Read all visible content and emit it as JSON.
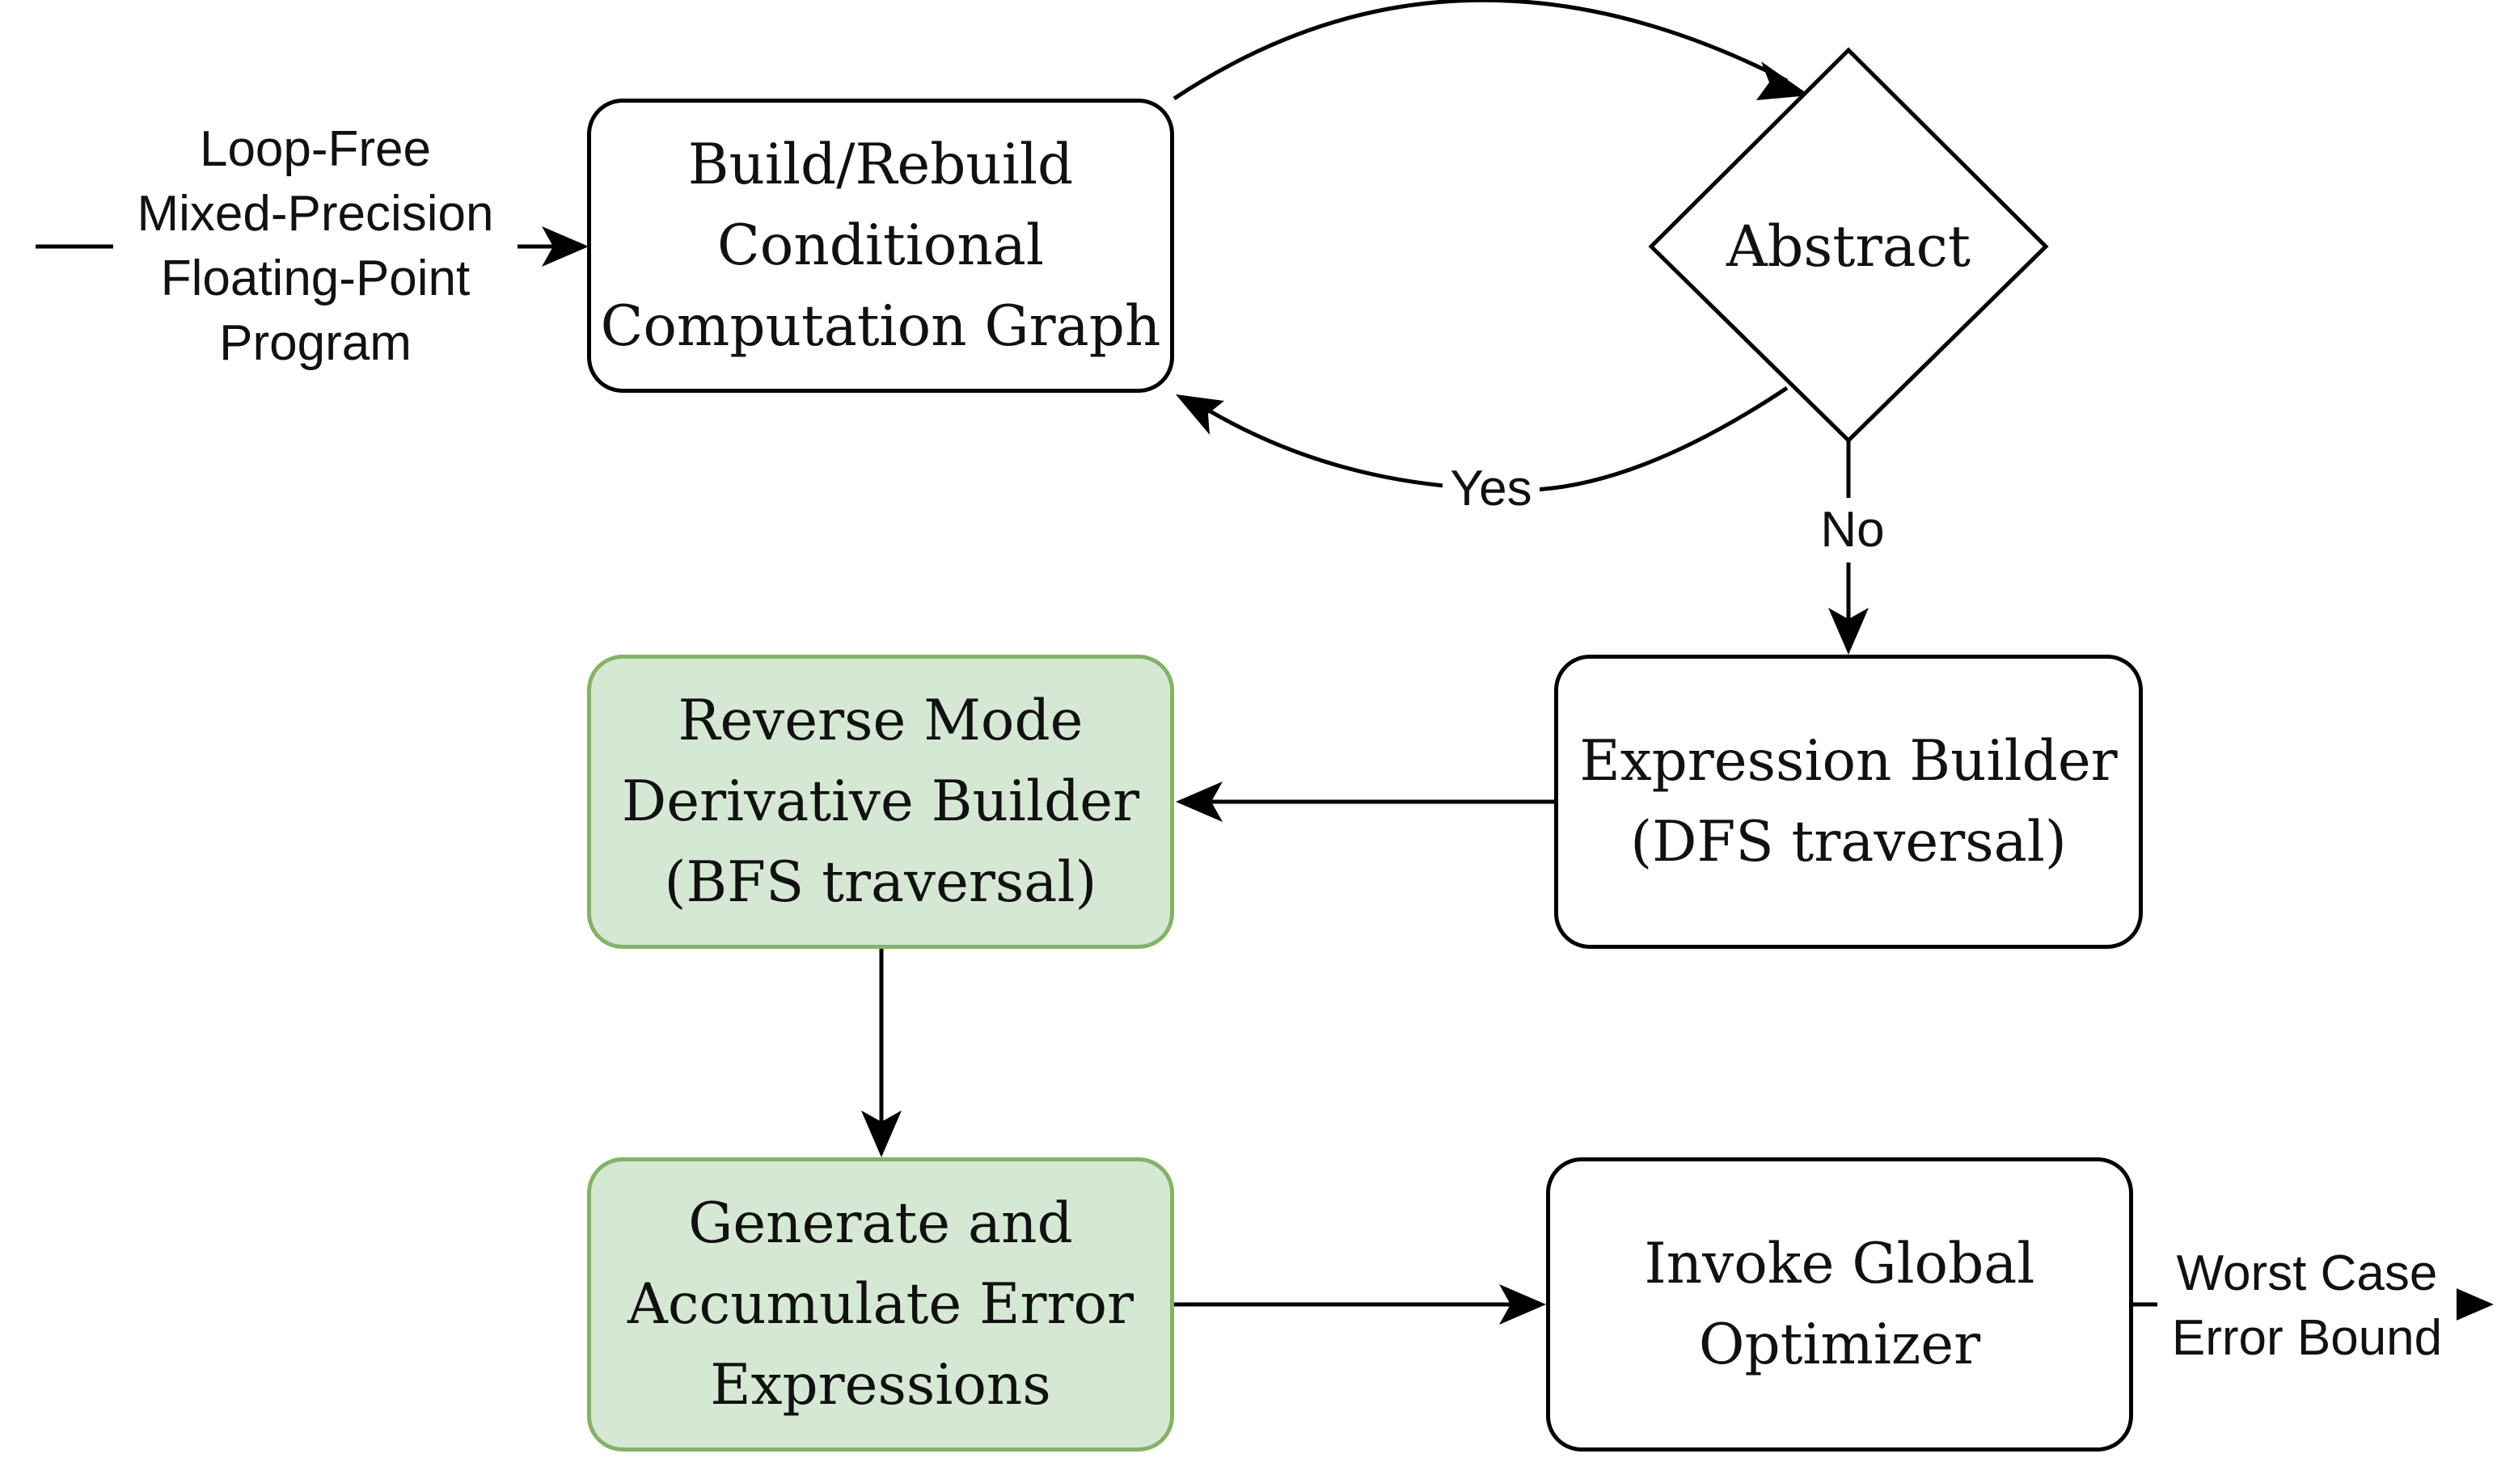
{
  "nodes": {
    "build_graph": "Build/Rebuild\nConditional\nComputation Graph",
    "abstract": "Abstract",
    "expression_builder": "Expression Builder\n(DFS traversal)",
    "reverse_mode": "Reverse Mode\nDerivative Builder\n(BFS traversal)",
    "generate_errors": "Generate and\nAccumulate Error\nExpressions",
    "global_optimizer": "Invoke Global\nOptimizer"
  },
  "labels": {
    "input": "Loop-Free\nMixed-Precision\nFloating-Point\nProgram",
    "yes": "Yes",
    "no": "No",
    "output": "Worst Case\nError Bound"
  },
  "colors": {
    "stroke": "#000000",
    "green_fill": "#d5e8d4",
    "green_stroke": "#82b366"
  }
}
